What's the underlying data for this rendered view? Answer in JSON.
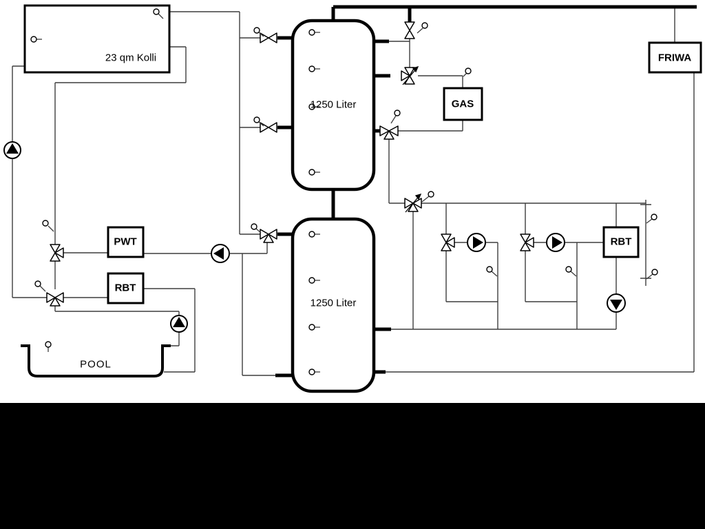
{
  "diagram": {
    "collector_label": "23 qm Kolli",
    "tank_top_label": "1250 Liter",
    "tank_bottom_label": "1250 Liter",
    "gas_label": "GAS",
    "friwa_label": "FRIWA",
    "pwt_label": "PWT",
    "rbt_left_label": "RBT",
    "rbt_right_label": "RBT",
    "pool_label": "POOL"
  },
  "colors": {
    "background": "#ffffff",
    "letterbox": "#000000",
    "pipe_thick": "#000000",
    "pipe_thin": "#3d3d3d"
  }
}
